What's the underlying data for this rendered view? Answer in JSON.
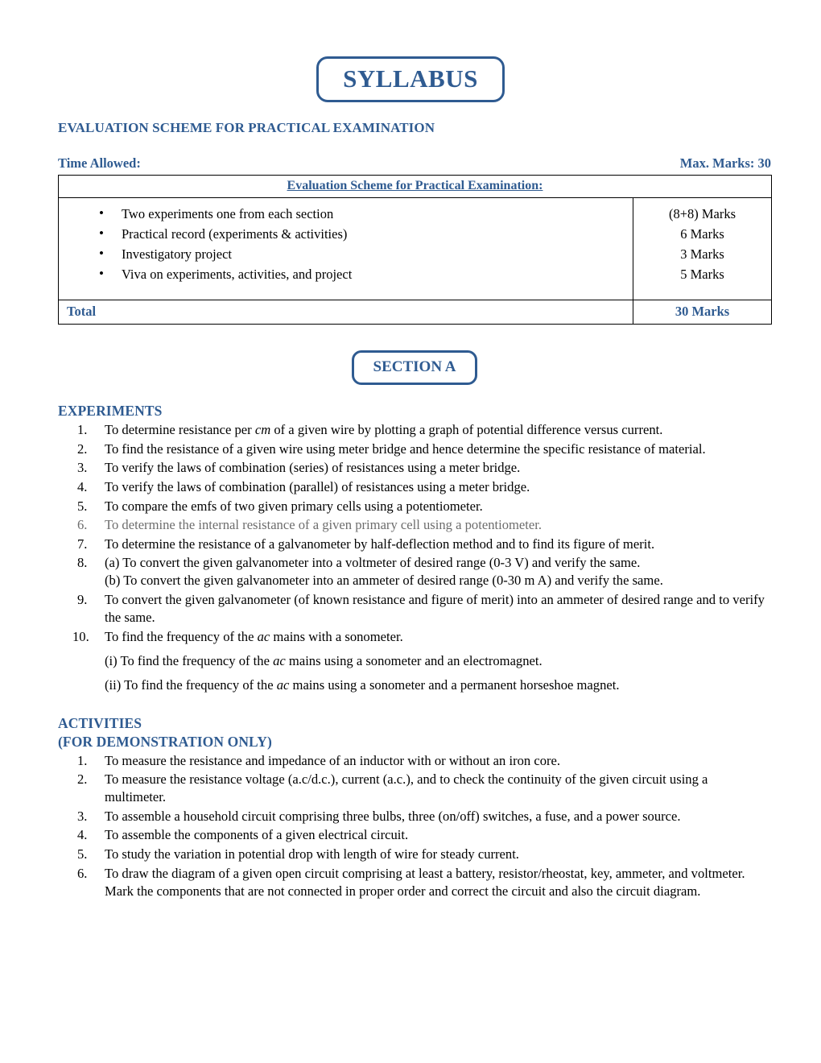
{
  "document": {
    "title": "SYLLABUS",
    "section_badge": "SECTION A"
  },
  "colors": {
    "accent_blue": "#2f5b91",
    "body_black": "#000000",
    "faded_gray": "#6d6d6d"
  },
  "evaluation": {
    "heading": "EVALUATION SCHEME FOR PRACTICAL EXAMINATION",
    "time_allowed_label": "Time Allowed:",
    "max_marks_label": "Max. Marks: 30",
    "table": {
      "header": "Evaluation Scheme for Practical Examination:",
      "rows": [
        {
          "item": "Two experiments one from each section",
          "marks": "(8+8) Marks"
        },
        {
          "item": "Practical record (experiments & activities)",
          "marks": "6 Marks"
        },
        {
          "item": "Investigatory project",
          "marks": "3 Marks"
        },
        {
          "item": "Viva on experiments, activities, and project",
          "marks": "5 Marks"
        }
      ],
      "total_label": "Total",
      "total_marks": "30 Marks"
    }
  },
  "experiments": {
    "heading": "EXPERIMENTS",
    "items": [
      {
        "num": "1.",
        "text_html": "To determine resistance per <i>cm</i> of a given wire by plotting a graph of potential difference versus current."
      },
      {
        "num": "2.",
        "text_html": "To find the resistance of a given wire using meter bridge and hence determine the specific resistance of material."
      },
      {
        "num": "3.",
        "text_html": "To verify the laws of combination (series) of resistances using a meter bridge."
      },
      {
        "num": "4.",
        "text_html": "To verify the laws of combination (parallel) of resistances using a meter bridge."
      },
      {
        "num": "5.",
        "text_html": "To compare the emfs of two given primary cells using a potentiometer."
      },
      {
        "num": "6.",
        "text_html": "To determine the internal resistance of a given primary cell using a potentiometer.",
        "faded": true
      },
      {
        "num": "7.",
        "text_html": "To determine the resistance of a galvanometer by half-deflection method and to find its figure of merit."
      },
      {
        "num": "8.",
        "text_html": "(a) To convert the given galvanometer into a voltmeter of desired range (0-3 V) and verify the same.<span class=\"sub\">(b) To convert the given galvanometer into an ammeter of desired range (0-30 m A) and verify the same.</span>"
      },
      {
        "num": "9.",
        "text_html": "To convert the given galvanometer (of known resistance and figure of merit) into an ammeter of desired range and to verify the same."
      },
      {
        "num": "10.",
        "wide": true,
        "text_html": "To find the frequency of the <i>ac</i> mains with a sonometer."
      }
    ],
    "subitems": [
      {
        "text_html": "(i) To find the frequency of the <i>ac</i> mains using a sonometer and an electromagnet."
      },
      {
        "text_html": "(ii) To find the frequency of the <i>ac</i> mains using a sonometer and a permanent horseshoe magnet."
      }
    ]
  },
  "activities": {
    "heading": "ACTIVITIES",
    "subheading": "(FOR DEMONSTRATION ONLY)",
    "items": [
      {
        "num": "1.",
        "text_html": "To measure the resistance and impedance of an inductor with or without an iron core."
      },
      {
        "num": "2.",
        "text_html": "To measure the resistance voltage (a.c/d.c.), current (a.c.), and to check the continuity of the given circuit using a multimeter."
      },
      {
        "num": "3.",
        "text_html": "To assemble a household circuit comprising three bulbs, three (on/off) switches, a fuse, and a power source."
      },
      {
        "num": "4.",
        "text_html": "To assemble the components of a given electrical circuit."
      },
      {
        "num": "5.",
        "text_html": "To study the variation in potential drop with length of wire for steady current."
      },
      {
        "num": "6.",
        "text_html": "To draw the diagram of a given open circuit comprising at least a battery, resistor/rheostat, key, ammeter, and voltmeter. Mark the components that are not connected in proper order and correct the circuit and also the circuit diagram."
      }
    ]
  }
}
